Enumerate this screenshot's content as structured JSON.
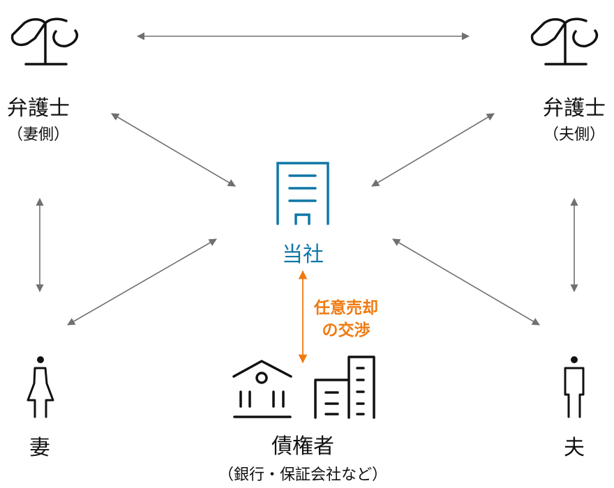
{
  "colors": {
    "company": "#0e77a6",
    "negotiation": "#f07a10",
    "arrow": "#707070",
    "text": "#111111"
  },
  "nodes": {
    "lawyer_wife": {
      "title": "弁護士",
      "sub": "（妻側）",
      "icon": "scales-icon"
    },
    "lawyer_husband": {
      "title": "弁護士",
      "sub": "（夫側）",
      "icon": "scales-icon"
    },
    "company": {
      "title": "当社",
      "icon": "office-building-icon"
    },
    "wife": {
      "title": "妻",
      "icon": "woman-icon"
    },
    "husband": {
      "title": "夫",
      "icon": "man-icon"
    },
    "creditor": {
      "title": "債権者",
      "sub": "（銀行・保証会社など）",
      "icons": [
        "bank-icon",
        "buildings-icon"
      ]
    }
  },
  "negotiation": {
    "line1": "任意売却",
    "line2": "の交渉"
  }
}
